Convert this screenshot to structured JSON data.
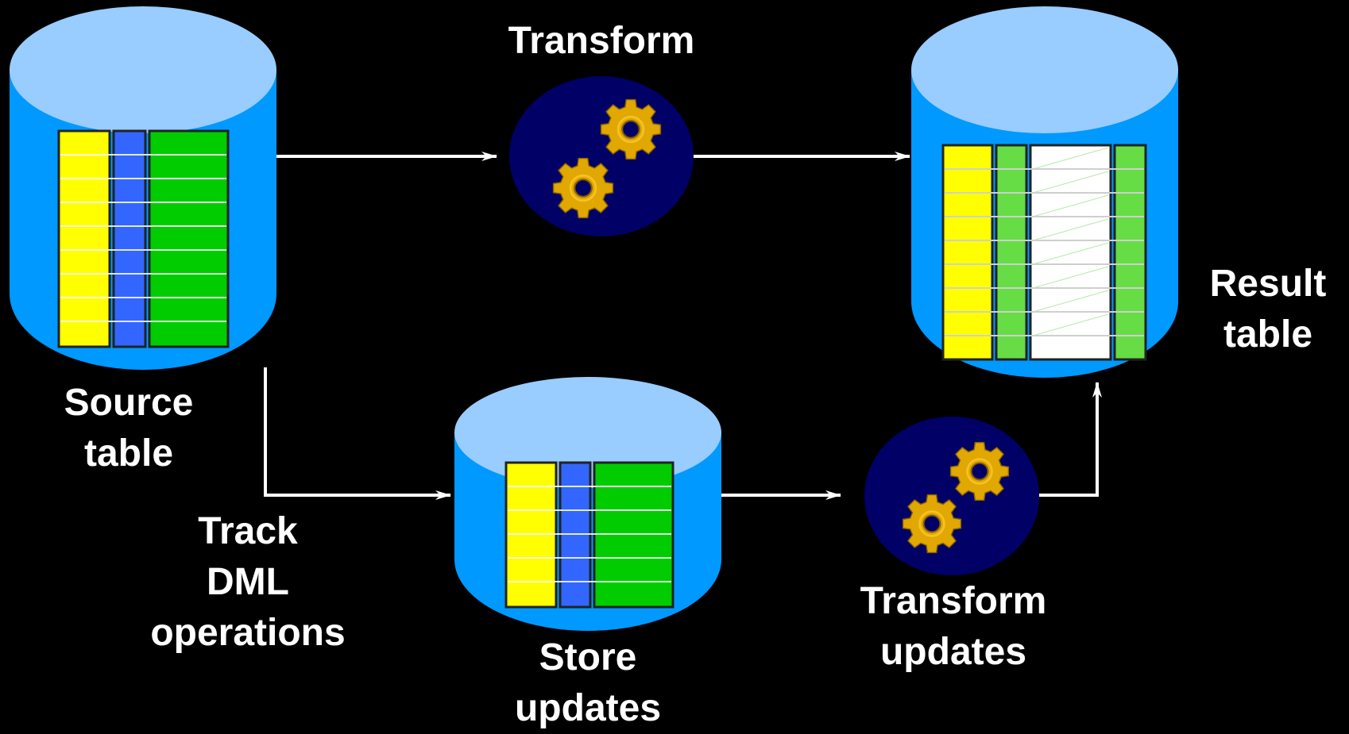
{
  "labels": {
    "transform_top": "Transform",
    "source": [
      "Source",
      "table"
    ],
    "result": [
      "Result",
      "table"
    ],
    "track": [
      "Track",
      "DML",
      "operations"
    ],
    "store": [
      "Store",
      "updates"
    ],
    "transform_updates": [
      "Transform",
      "updates"
    ]
  },
  "icons": [
    "database-cylinder-icon",
    "gears-icon",
    "arrow-icon"
  ],
  "colors": {
    "background": "#000000",
    "cylinder_body": "#0099ff",
    "cylinder_top": "#99ccff",
    "yellow": "#ffff00",
    "blue": "#3366ff",
    "green": "#00cc00",
    "light_green": "#66dd44",
    "white": "#ffffff",
    "gear_disk": "#000066",
    "gear": "#e0a800"
  }
}
